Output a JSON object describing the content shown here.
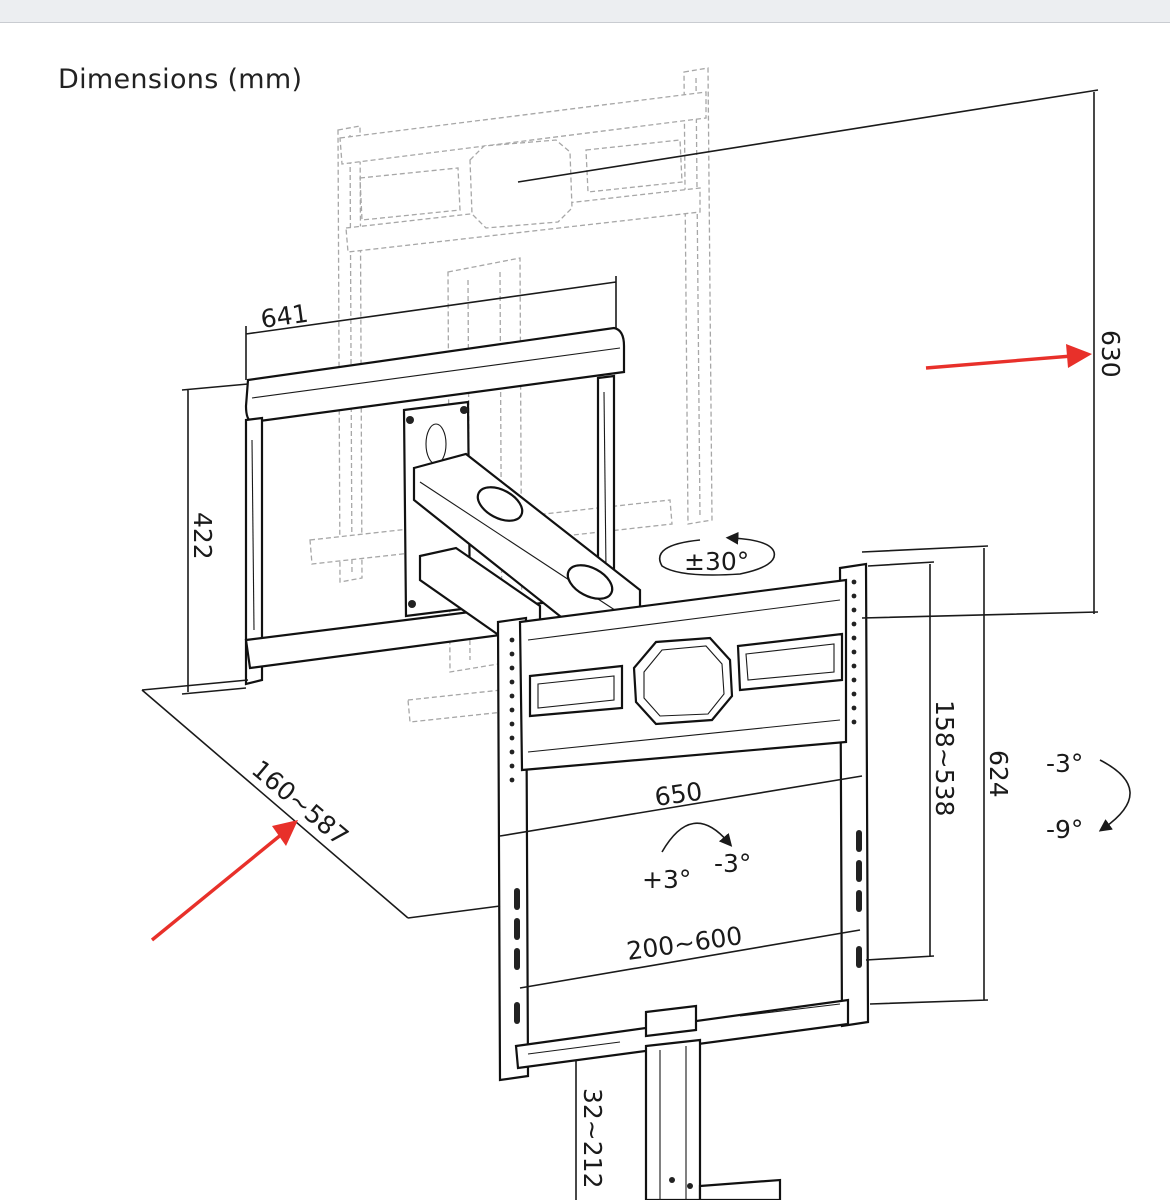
{
  "page": {
    "title": "Dimensions (mm)"
  },
  "colors": {
    "arrow": "#e8302a",
    "line": "#1a1a1a",
    "ghost": "#a7a7a7"
  },
  "dimensions": {
    "plate_width": "641",
    "plate_height": "422",
    "total_height": "630",
    "swivel": "±30°",
    "extension": "160~587",
    "bracket_width": "650",
    "roll_left": "+3°",
    "roll_right": "-3°",
    "vesa_horizontal": "200~600",
    "vesa_vertical": "158~538",
    "bracket_height": "624",
    "tilt_up": "-3°",
    "tilt_down": "-9°",
    "adjust_range": "32~212"
  }
}
